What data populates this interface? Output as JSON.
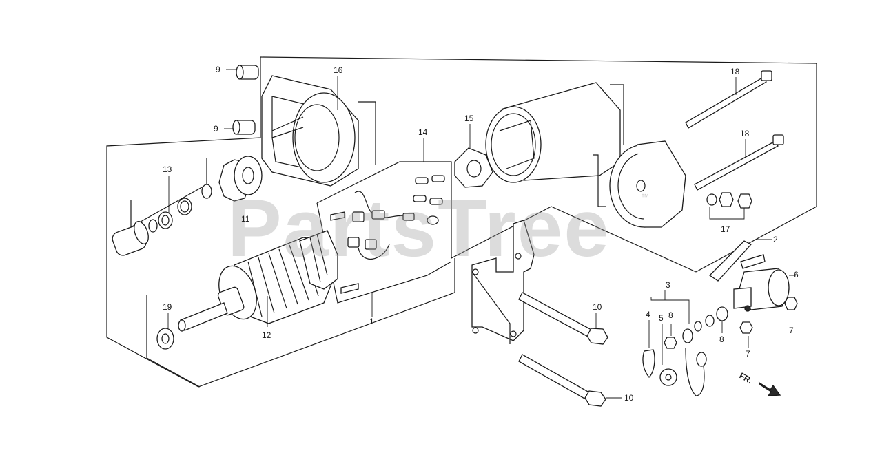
{
  "diagram": {
    "watermark": "PartsTree",
    "watermark_mark": "™",
    "front_marker": "FR.",
    "callouts": [
      {
        "id": "c1",
        "text": "1"
      },
      {
        "id": "c2",
        "text": "2"
      },
      {
        "id": "c3",
        "text": "3"
      },
      {
        "id": "c4",
        "text": "4"
      },
      {
        "id": "c5",
        "text": "5"
      },
      {
        "id": "c6",
        "text": "6"
      },
      {
        "id": "c7a",
        "text": "7"
      },
      {
        "id": "c7b",
        "text": "7"
      },
      {
        "id": "c8a",
        "text": "8"
      },
      {
        "id": "c8b",
        "text": "8"
      },
      {
        "id": "c9a",
        "text": "9"
      },
      {
        "id": "c9b",
        "text": "9"
      },
      {
        "id": "c10a",
        "text": "10"
      },
      {
        "id": "c10b",
        "text": "10"
      },
      {
        "id": "c11",
        "text": "11"
      },
      {
        "id": "c12",
        "text": "12"
      },
      {
        "id": "c13",
        "text": "13"
      },
      {
        "id": "c14",
        "text": "14"
      },
      {
        "id": "c15",
        "text": "15"
      },
      {
        "id": "c16",
        "text": "16"
      },
      {
        "id": "c17",
        "text": "17"
      },
      {
        "id": "c18a",
        "text": "18"
      },
      {
        "id": "c18b",
        "text": "18"
      },
      {
        "id": "c19",
        "text": "19"
      }
    ]
  }
}
